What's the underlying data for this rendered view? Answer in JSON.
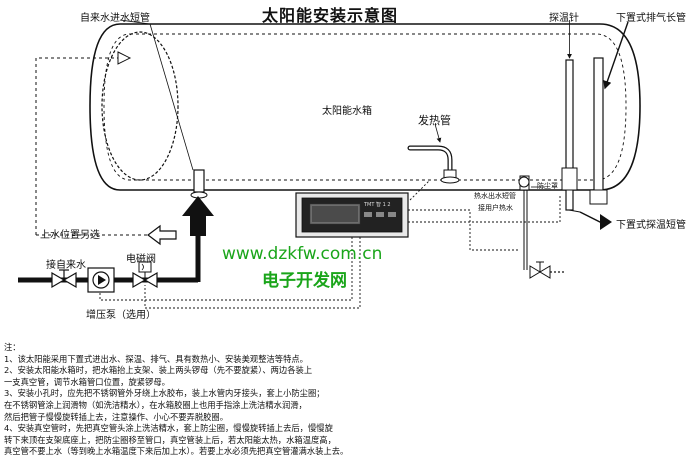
{
  "title": "太阳能安装示意图",
  "labels": {
    "inlet_pipe": "自来水进水短管",
    "probe": "探温针",
    "exhaust_pipe": "下置式排气长管",
    "tank": "太阳能水箱",
    "heater_pipe": "发热管",
    "outlet_note_1": "热水出水短管",
    "outlet_note_2": "接用户热水",
    "dust_cap": "防尘罩",
    "probe_short": "下置式探温短管",
    "alt_inlet": "上水位置另选",
    "tap_valve": "接自来水",
    "solenoid": "电磁阀",
    "pump": "增压泵（选用）"
  },
  "controller": {
    "brand": "TMT 智 1 2"
  },
  "watermark": {
    "url": "www.dzkfw.com.cn",
    "name": "电子开发网"
  },
  "notes": [
    "注：",
    "1、该太阳能采用下置式进出水、探温、排气、具有数热小、安装美观整洁等特点。",
    "2、安装太阳能水箱时，把水箱抬上支架、装上两头锣母（先不要旋紧）、两边各装上",
    "一支真空管，调节水箱管口位置，旋紧锣母。",
    "3、安装小孔时，应先把不锈钢管外牙绕上水胶布，装上水管内牙接头，套上小防尘圈；",
    "在不锈钢管涂上润滑物（如洗洁精水），在水箱胶圈上也用手指涂上洗洁精水润滑，",
    "然后把管子慢慢旋转插上去，注意操作、小心不要弄脱胶圈。",
    "4、安装真空管时，先把真空管头涂上洗洁精水，套上防尘圈，慢慢旋转插上去后，慢慢旋",
    "转下来顶在支架底座上，把防尘圈移至管口，真空管装上后，若太阳能太热，水箱温度高，",
    "真空管不要上水（等到晚上水箱温度下来后加上水）。若要上水必须先把真空管灌满水装上去。"
  ],
  "colors": {
    "line": "#111111",
    "arrow_fill": "#111111",
    "watermark": "#1aa51a"
  },
  "icons": [
    "valve-icon",
    "pump-icon",
    "solenoid-valve-icon",
    "outlet-valve-icon",
    "thick-up-arrow-icon",
    "hollow-arrow-icon"
  ]
}
